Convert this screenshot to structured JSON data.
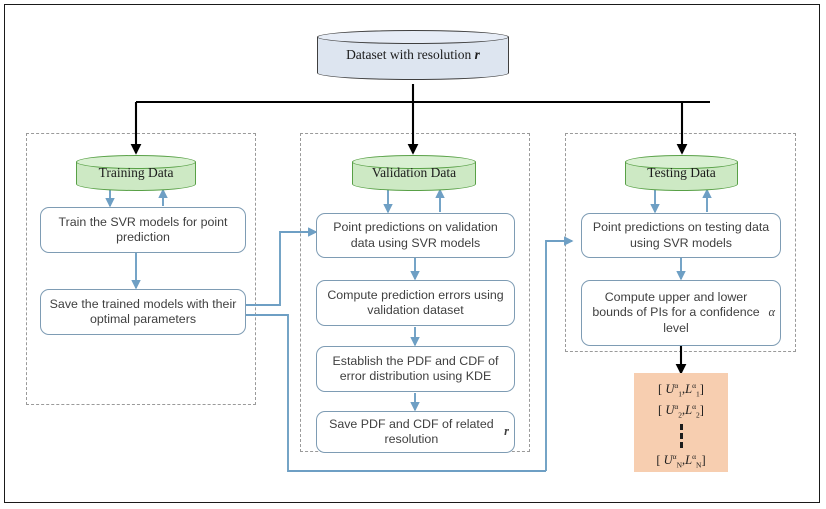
{
  "diagram": {
    "title": "SVR prediction interval construction workflow",
    "colors": {
      "green_fill": "#cde9c4",
      "green_border": "#58a046",
      "blue_cyl_fill": "#dde5f0",
      "box_border": "#7e9cb4",
      "box_text": "#3f3f3f",
      "orange_fill": "#f7ceb0",
      "dashed_group": "#9a9a9a",
      "black_arrow": "#000000",
      "blue_arrow": "#4a7fae"
    },
    "source": {
      "label": "Dataset with resolution",
      "italic_var": "r"
    },
    "columns": [
      {
        "name": "training",
        "data_store": "Training Data",
        "steps": [
          "Train the SVR models for point prediction",
          "Save the trained models with their optimal parameters"
        ]
      },
      {
        "name": "validation",
        "data_store": "Validation Data",
        "steps": [
          "Point predictions on validation data using SVR models",
          "Compute prediction errors using validation dataset",
          "Establish the PDF and CDF of error distribution using KDE",
          "Save PDF and CDF of related resolution"
        ],
        "last_step_italic_var": "r"
      },
      {
        "name": "testing",
        "data_store": "Testing Data",
        "steps": [
          "Point predictions on testing data using SVR models",
          "Compute upper and lower bounds of PIs for a confidence level"
        ],
        "last_step_symbol": "α"
      }
    ],
    "output": {
      "rows": [
        {
          "u": "U",
          "u_sub": "1",
          "sup": "α",
          "l": "L",
          "l_sub": "1"
        },
        {
          "u": "U",
          "u_sub": "2",
          "sup": "α",
          "l": "L",
          "l_sub": "2"
        },
        {
          "u": "U",
          "u_sub": "N",
          "sup": "α",
          "l": "L",
          "l_sub": "N"
        }
      ],
      "ellipsis": "vertical-dashed"
    }
  }
}
